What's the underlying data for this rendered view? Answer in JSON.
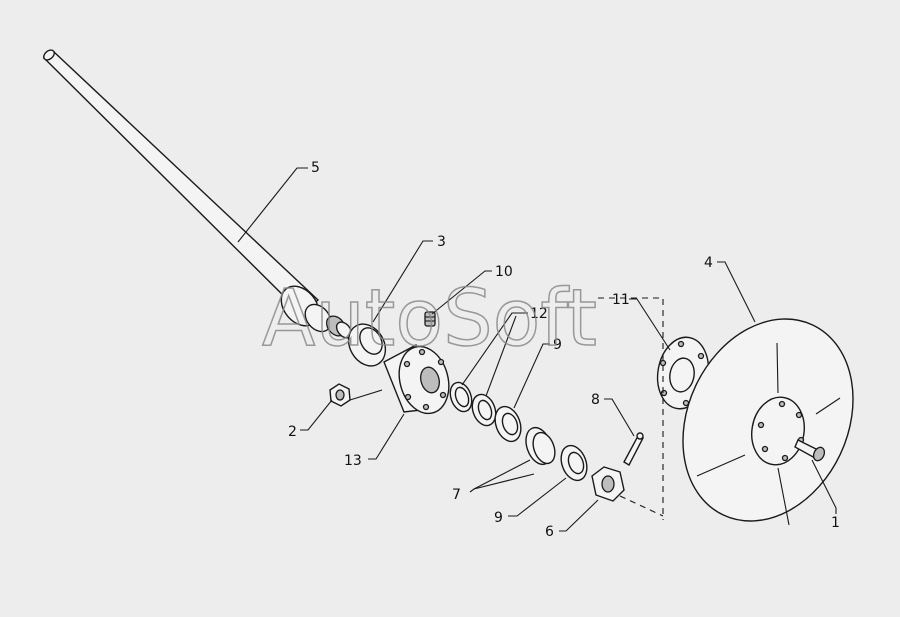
{
  "watermark": "AutoSoft",
  "callouts": {
    "c1": "1",
    "c2": "2",
    "c3": "3",
    "c4": "4",
    "c5": "5",
    "c6": "6",
    "c7": "7",
    "c8": "8",
    "c9a": "9",
    "c9b": "9",
    "c10": "10",
    "c11": "11",
    "c12": "12",
    "c13": "13"
  },
  "colors": {
    "line": "#1a1a1a",
    "background": "#ededed",
    "watermark": "#8a8a8a"
  }
}
